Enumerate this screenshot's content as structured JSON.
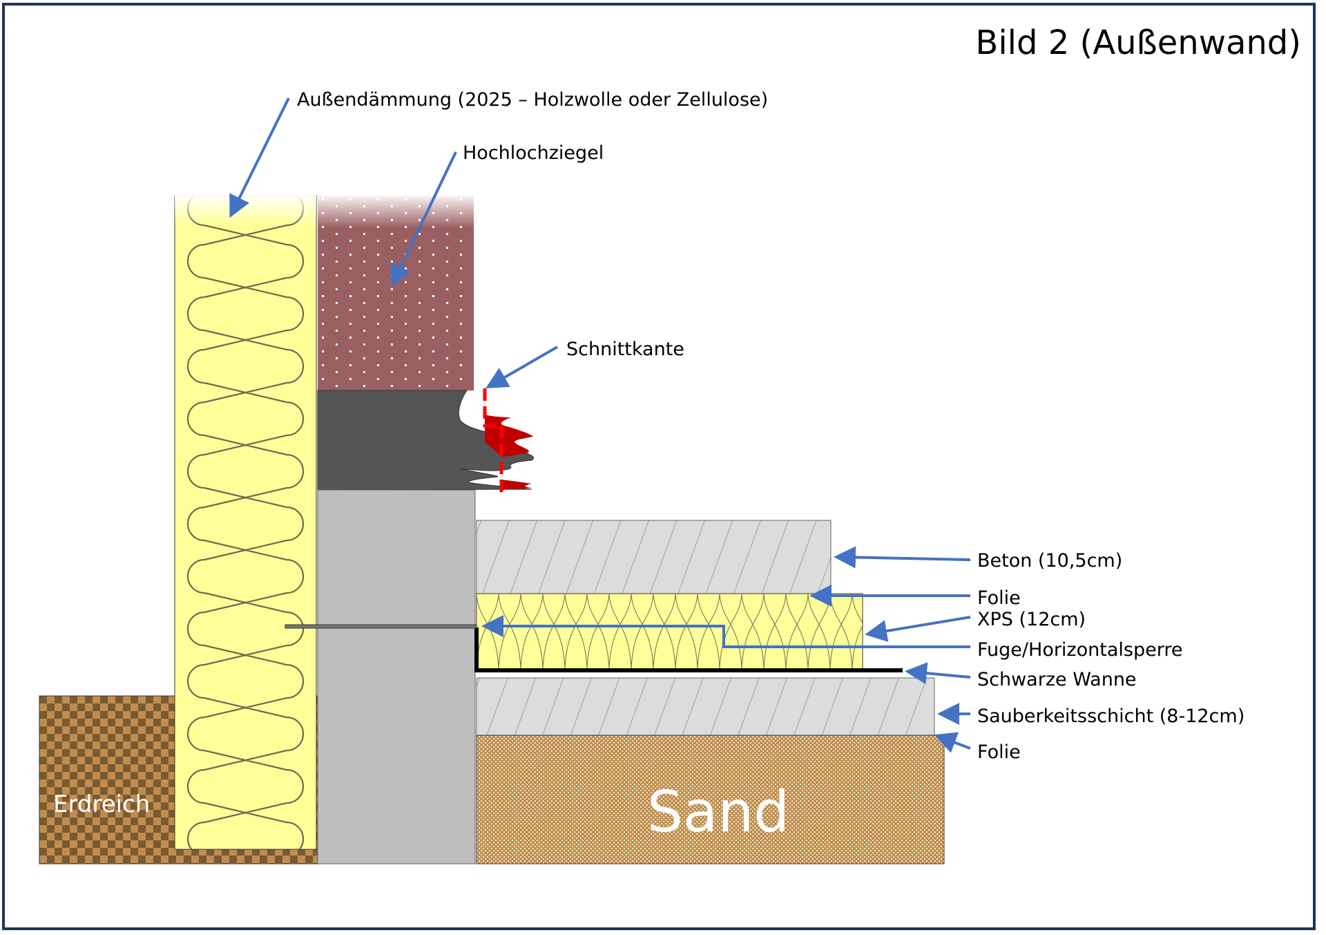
{
  "title": "Bild 2 (Außenwand)",
  "colors": {
    "frame": "#1f3458",
    "arrow": "#4472c4",
    "insulation": "#ffff99",
    "brick": "#9a5f60",
    "dark_band": "#555555",
    "concrete_wall": "#bebebe",
    "slab": "#dcdcdc",
    "sand": "#c09050",
    "earth_dark": "#7a5a30",
    "earth_light": "#c08c50",
    "cut_edge": "#ff0000"
  },
  "labels": {
    "aussendaemmung": "Außendämmung (2025 – Holzwolle oder Zellulose)",
    "hochlochziegel": "Hochlochziegel",
    "schnittkante": "Schnittkante",
    "beton": "Beton (10,5cm)",
    "folie_top": "Folie",
    "xps": "XPS (12cm)",
    "fuge": "Fuge/Horizontalsperre",
    "schwarze_wanne": "Schwarze Wanne",
    "sauberkeitsschicht": "Sauberkeitsschicht (8-12cm)",
    "folie_bottom": "Folie"
  },
  "regions": {
    "erdreich": "Erdreich",
    "sand": "Sand"
  }
}
